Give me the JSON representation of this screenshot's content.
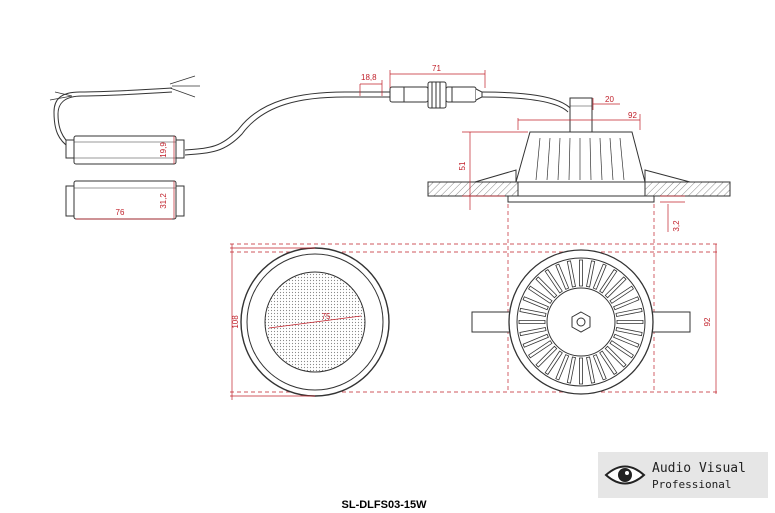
{
  "drawing": {
    "model": "SL-DLFS03-15W",
    "dimension_color": "#c0202a",
    "line_color": "#333333",
    "dimensions": {
      "connector_body": "18,8",
      "connector_length": "71",
      "neck_width": "20",
      "fixture_width": "92",
      "fixture_height": "51",
      "driver_height_top": "19,9",
      "driver_height_bottom": "31,2",
      "driver_length": "76",
      "bezel_thickness": "3,2",
      "front_outer_diameter": "108",
      "front_lens_diameter": "75",
      "rear_height": "92"
    }
  },
  "logo": {
    "line1": "Audio Visual",
    "line2": "Professional",
    "icon": "eye-icon"
  }
}
